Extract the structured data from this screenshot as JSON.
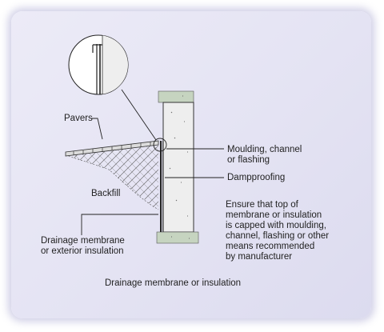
{
  "labels": {
    "pavers": "Pavers",
    "moulding_line1": "Moulding, channel",
    "moulding_line2": "or flashing",
    "dampproofing": "Dampproofing",
    "backfill": "Backfill",
    "note_line1": "Ensure that top of",
    "note_line2": "membrane or insulation",
    "note_line3": "is capped with moulding,",
    "note_line4": "channel, flashing or other",
    "note_line5": "means recommended",
    "note_line6": "by manufacturer",
    "drainage_line1": "Drainage membrane",
    "drainage_line2": "or exterior insulation",
    "caption": "Drainage membrane or insulation"
  },
  "colors": {
    "panel_background": "#e6e5f4",
    "wall_fill": "#eeeeee",
    "cap_fill": "#c6d4c0",
    "line": "#222222"
  }
}
